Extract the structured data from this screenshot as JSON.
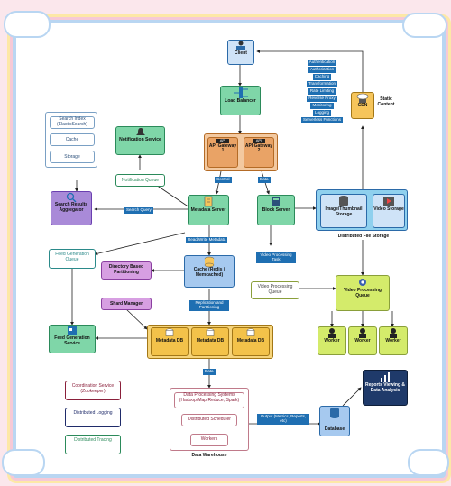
{
  "client": "Client",
  "load_balancer": "Load Balancer",
  "api_gateways": [
    "API Gateway 1",
    "API Gateway 2"
  ],
  "api_tag": "API",
  "notification_service": "Notification Service",
  "notification_queue": "Notification Queue",
  "search_box": [
    "Search Index (ElasticSearch)",
    "Cache",
    "Storage"
  ],
  "search_aggregator": "Search Results Aggregator",
  "search_query": "Search Query",
  "metadata_server": "Metadata Server",
  "block_server": "Block Server",
  "control": "Control",
  "data": "Data",
  "cdn": "CDN",
  "static_content": "Static Content",
  "cdn_features": [
    "Authentication",
    "Authorization",
    "Caching",
    "Transformation",
    "Rate Limiting",
    "Reverse Proxy",
    "Monitoring",
    "Logging",
    "Serverless Functions"
  ],
  "image_storage": "Image/Thumbnail Storage",
  "video_storage": "Video Storage",
  "dfs": "Distributed File Storage",
  "feed_queue": "Feed Generation Queue",
  "dir_partitioning": "Directory Based Partitioning",
  "read_write_metadata": "Read/Write Metadata",
  "cache_redis": "Cache (Redis / Memcached)",
  "video_task": "Video Processing Task",
  "video_queue_label": "Video Processing Queue",
  "video_queue": "Video Processing Queue",
  "shard_manager": "Shard Manager",
  "replication": "Replication and Partitioning",
  "feed_service": "Feed Generation Service",
  "metadata_dbs": [
    "Metadata DB",
    "Metadata DB",
    "Metadata DB"
  ],
  "workers": [
    "Worker",
    "Worker",
    "Worker"
  ],
  "coordination": "Coordination Service (Zookeeper)",
  "distributed_logging": "Distributed Logging",
  "distributed_tracing": "Distributed Tracing",
  "data_label": "Data",
  "dps": "Data Processing Systems (Hadoop/Map Reduce, Spark)",
  "scheduler": "Distributed Scheduler",
  "workers_box": "Workers",
  "warehouse": "Data Warehouse",
  "output": "Output (Metrics, Reports, etc)",
  "database": "Database",
  "reports": "Reports Viewing & Data Analysis"
}
